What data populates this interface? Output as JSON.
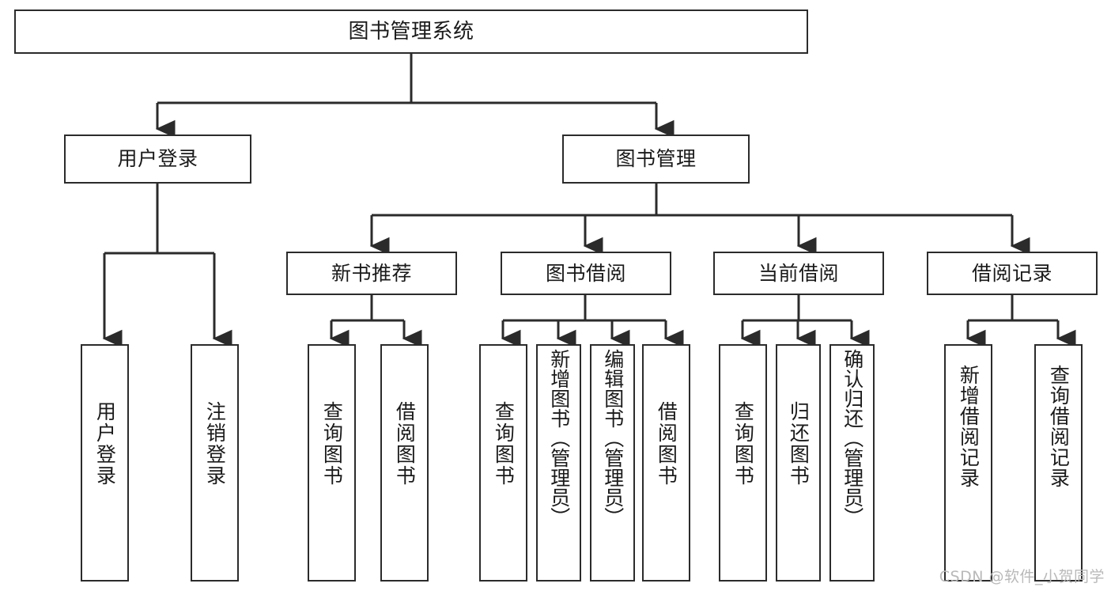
{
  "diagram": {
    "title": "图书管理系统",
    "type": "tree-hierarchy",
    "orientation": "top-down",
    "colors": {
      "stroke": "#2b2b2b",
      "fill": "#ffffff",
      "text": "#1a1a1a",
      "watermark": "#b9b9b9"
    },
    "watermark": "CSDN @软件_小贺同学"
  },
  "nodes": {
    "root": {
      "label": "图书管理系统"
    },
    "level1": [
      {
        "label": "用户登录"
      },
      {
        "label": "图书管理"
      }
    ],
    "level2": [
      {
        "label": "新书推荐"
      },
      {
        "label": "图书借阅"
      },
      {
        "label": "当前借阅"
      },
      {
        "label": "借阅记录"
      }
    ],
    "leaves": {
      "user_login": [
        {
          "label": "用户登录"
        },
        {
          "label": "注销登录"
        }
      ],
      "new_book_recommend": [
        {
          "label": "查询图书"
        },
        {
          "label": "借阅图书"
        }
      ],
      "book_borrow": [
        {
          "label": "查询图书"
        },
        {
          "label": "新增图书（管理员）"
        },
        {
          "label": "编辑图书（管理员）"
        },
        {
          "label": "借阅图书"
        }
      ],
      "current_borrow": [
        {
          "label": "查询图书"
        },
        {
          "label": "归还图书"
        },
        {
          "label": "确认归还（管理员）"
        }
      ],
      "borrow_record": [
        {
          "label": "新增借阅记录"
        },
        {
          "label": "查询借阅记录"
        }
      ]
    }
  }
}
